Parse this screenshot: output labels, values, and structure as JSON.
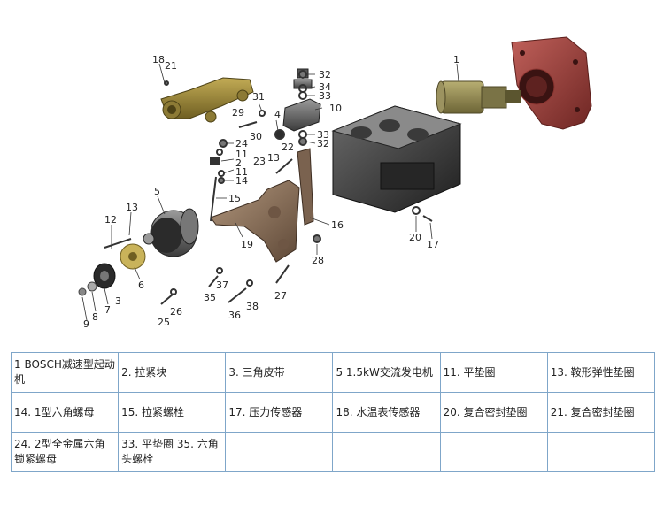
{
  "diagram": {
    "callouts": [
      "18",
      "21",
      "1",
      "32",
      "34",
      "33",
      "10",
      "31",
      "29",
      "4",
      "30",
      "24",
      "11",
      "33",
      "32",
      "22",
      "2",
      "23",
      "13",
      "11",
      "14",
      "5",
      "15",
      "13",
      "12",
      "19",
      "16",
      "6",
      "7",
      "3",
      "8",
      "9",
      "28",
      "37",
      "35",
      "26",
      "25",
      "36",
      "38",
      "27",
      "20",
      "17"
    ]
  },
  "parts_table": {
    "rows": [
      [
        "1 BOSCH减速型起动机",
        "2. 拉紧块",
        "3. 三角皮带",
        "5 1.5kW交流发电机",
        "11. 平垫圈",
        "13. 鞍形弹性垫圈"
      ],
      [
        "14. 1型六角螺母",
        "15. 拉紧螺栓",
        "17. 压力传感器",
        "18. 水温表传感器",
        "20. 复合密封垫圈",
        "21. 复合密封垫圈"
      ],
      [
        "24. 2型全金属六角锁紧螺母",
        "33. 平垫圈 35. 六角头螺栓",
        "",
        "",
        "",
        ""
      ]
    ]
  },
  "colors": {
    "table_border": "#7fa6c9",
    "engine_block": "#2f2f2f",
    "bracket": "#8a6f56",
    "flywheel_housing": "#a8443f",
    "starter": "#8e8552",
    "water_outlet": "#8c7a35"
  }
}
